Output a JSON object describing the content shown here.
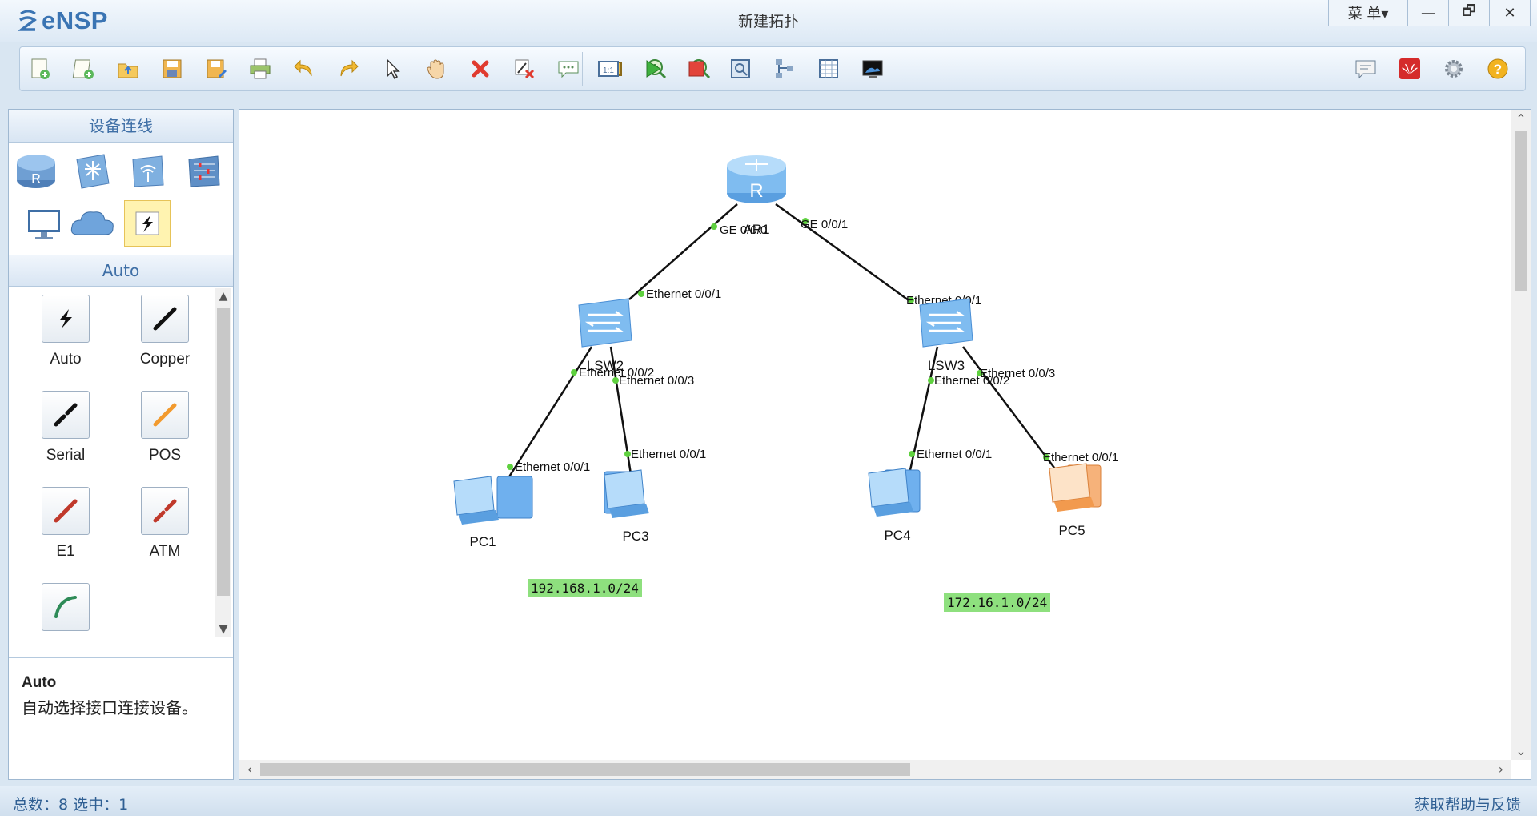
{
  "app": {
    "logo_text": "eNSP",
    "window_title": "新建拓扑",
    "menu_label": "菜 单▾",
    "minimize": "—",
    "restore": "🗗",
    "close": "✕"
  },
  "toolbar": {
    "buttons": [
      "new-topology",
      "new-test",
      "open",
      "save",
      "save-as",
      "print",
      "undo",
      "redo",
      "select",
      "pan",
      "delete",
      "delete-links",
      "text",
      "palette",
      "zoom-in",
      "zoom-out",
      "fit",
      "start",
      "stop",
      "capture",
      "topology",
      "grid",
      "screenshot"
    ],
    "right_buttons": [
      "chat",
      "huawei-logo",
      "settings",
      "help"
    ]
  },
  "left_panel": {
    "header": "设备连线",
    "devices": [
      "router",
      "switch",
      "wireless",
      "firewall",
      "pc",
      "cloud",
      "cable"
    ],
    "selected_device": "cable",
    "sub_header": "Auto",
    "cables": [
      {
        "label": "Auto",
        "color": "#111111"
      },
      {
        "label": "Copper",
        "color": "#111111"
      },
      {
        "label": "Serial",
        "color": "#111111"
      },
      {
        "label": "POS",
        "color": "#f29a2e"
      },
      {
        "label": "E1",
        "color": "#c0392b"
      },
      {
        "label": "ATM",
        "color": "#c0392b"
      },
      {
        "label": "",
        "color": "#2e8b57"
      }
    ],
    "desc_title": "Auto",
    "desc_text": "自动选择接口连接设备。"
  },
  "topology": {
    "nodes": [
      {
        "id": "AR1",
        "label": "AR1",
        "type": "router"
      },
      {
        "id": "LSW2",
        "label": "LSW2",
        "type": "switch"
      },
      {
        "id": "LSW3",
        "label": "LSW3",
        "type": "switch"
      },
      {
        "id": "PC1",
        "label": "PC1",
        "type": "pc"
      },
      {
        "id": "PC3",
        "label": "PC3",
        "type": "pc"
      },
      {
        "id": "PC4",
        "label": "PC4",
        "type": "pc"
      },
      {
        "id": "PC5",
        "label": "PC5",
        "type": "pc-selected"
      }
    ],
    "port_labels": {
      "ar1_ge0": "GE 0/0/0",
      "ar1_ge1": "GE 0/0/1",
      "lsw2_e1": "Ethernet 0/0/1",
      "lsw2_e2": "Ethernet 0/0/2",
      "lsw2_e3": "Ethernet 0/0/3",
      "lsw3_e1": "Ethernet 0/0/1",
      "lsw3_e2": "Ethernet 0/0/2",
      "lsw3_e3": "Ethernet 0/0/3",
      "pc1_e1": "Ethernet 0/0/1",
      "pc3_e1": "Ethernet 0/0/1",
      "pc4_e1": "Ethernet 0/0/1",
      "pc5_e1": "Ethernet 0/0/1"
    },
    "networks": [
      "192.168.1.0/24",
      "172.16.1.0/24"
    ]
  },
  "status": {
    "left": "总数：8 选中：1",
    "right": "获取帮助与反馈"
  }
}
